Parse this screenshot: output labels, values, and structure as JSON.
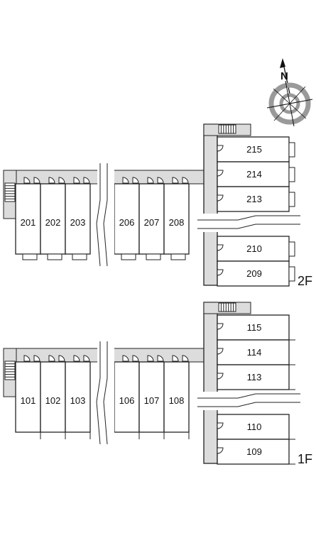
{
  "compass": {
    "north_label": "N",
    "icon": "compass-rose-icon"
  },
  "floors": [
    {
      "id": "2F",
      "label": "2F",
      "left_units": [
        "201",
        "202",
        "203",
        "206",
        "207",
        "208"
      ],
      "right_units": [
        "215",
        "214",
        "213",
        "210",
        "209"
      ]
    },
    {
      "id": "1F",
      "label": "1F",
      "left_units": [
        "101",
        "102",
        "103",
        "106",
        "107",
        "108"
      ],
      "right_units": [
        "115",
        "114",
        "113",
        "110",
        "109"
      ]
    }
  ],
  "colors": {
    "corridor": "#dcdcdc",
    "wall": "#222222",
    "room": "#ffffff",
    "compass_ring": "#9a9a9a"
  }
}
